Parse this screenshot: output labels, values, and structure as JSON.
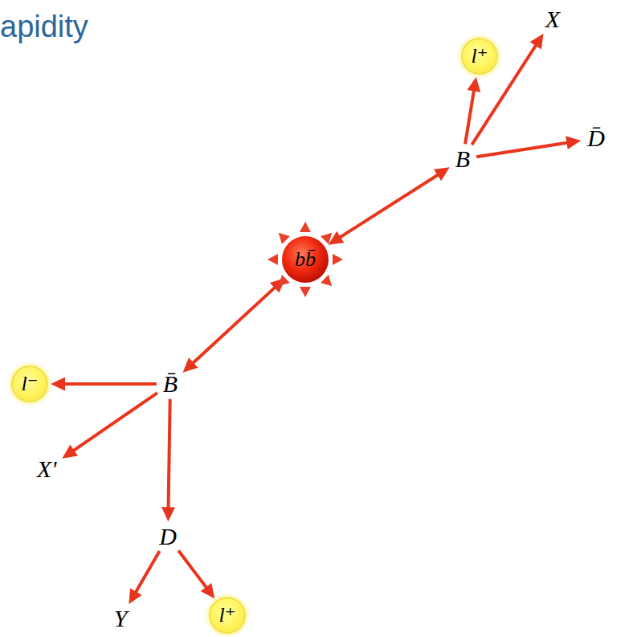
{
  "diagram": {
    "title": "apidity",
    "nodes": [
      {
        "text": [
          "l⁺"
        ]
      },
      {
        "text": [
          "X"
        ]
      },
      {
        "text": [
          "D̄"
        ]
      },
      {
        "text": [
          "B"
        ]
      },
      {
        "text": [
          "bb̄"
        ]
      },
      {
        "text": [
          "B̄"
        ]
      },
      {
        "text": [
          "l⁻"
        ]
      },
      {
        "text": [
          "X'"
        ]
      },
      {
        "text": [
          "D"
        ]
      },
      {
        "text": [
          "Y"
        ]
      },
      {
        "text": [
          "l⁺"
        ]
      }
    ],
    "edges": [
      {
        "from": 3,
        "to": 0,
        "arrow": "to"
      },
      {
        "from": 3,
        "to": 1,
        "arrow": "to"
      },
      {
        "from": 3,
        "to": 2,
        "arrow": "to"
      },
      {
        "from": 4,
        "to": 3,
        "arrow": "both"
      },
      {
        "from": 4,
        "to": 5,
        "arrow": "both"
      },
      {
        "from": 5,
        "to": 6,
        "arrow": "to"
      },
      {
        "from": 5,
        "to": 7,
        "arrow": "to"
      },
      {
        "from": 5,
        "to": 8,
        "arrow": "to"
      },
      {
        "from": 8,
        "to": 9,
        "arrow": "to"
      },
      {
        "from": 8,
        "to": 10,
        "arrow": "to"
      }
    ]
  }
}
